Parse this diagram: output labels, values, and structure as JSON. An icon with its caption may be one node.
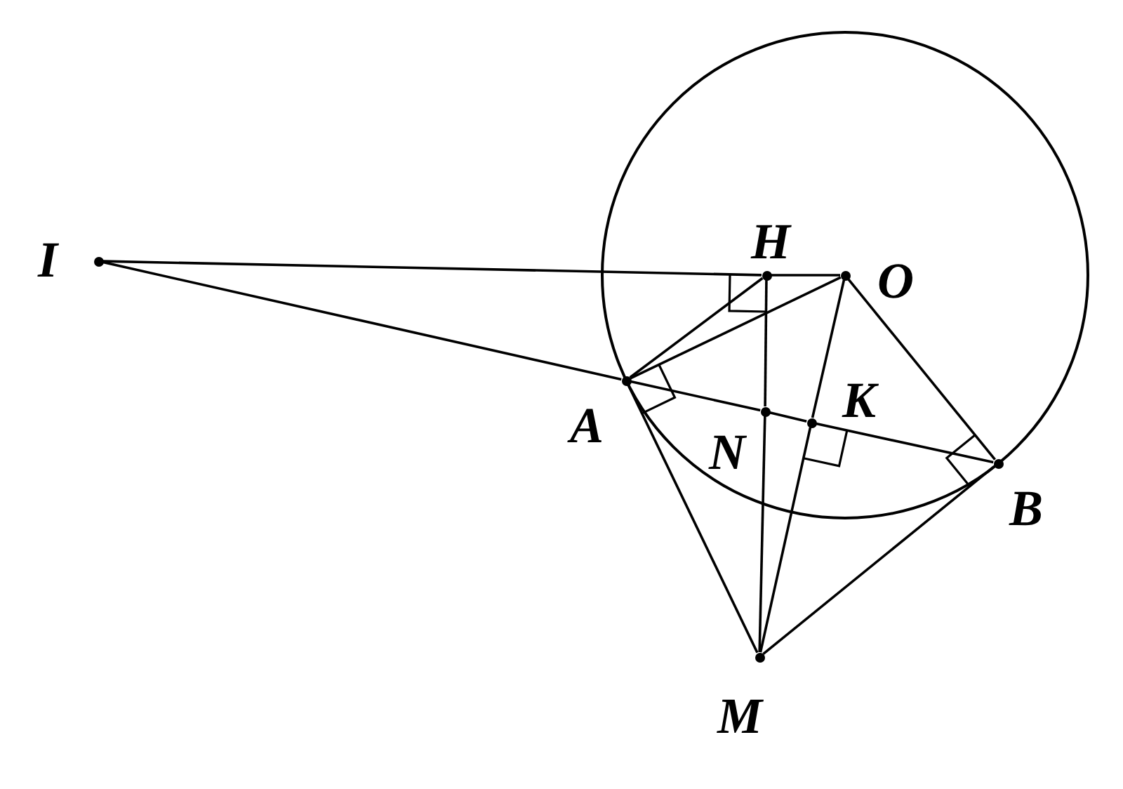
{
  "diagram": {
    "nodes": [
      {
        "text": [],
        "shape": "circle",
        "beside": [
          "I"
        ]
      },
      {
        "text": [],
        "shape": "circle",
        "beside": [
          "H"
        ]
      },
      {
        "text": [],
        "shape": "circle",
        "beside": [
          "O"
        ]
      },
      {
        "text": [],
        "shape": "circle",
        "beside": [
          "A"
        ]
      },
      {
        "text": [],
        "shape": "circle",
        "beside": [
          "K"
        ]
      },
      {
        "text": [],
        "shape": "circle",
        "beside": [
          "N"
        ]
      },
      {
        "text": [],
        "shape": "circle",
        "beside": [
          "B"
        ]
      },
      {
        "text": [],
        "shape": "circle",
        "beside": [
          "M"
        ]
      }
    ],
    "edges": [
      {
        "from": 0,
        "to": 1,
        "arrow": "none"
      },
      {
        "from": 1,
        "to": 2,
        "arrow": "none"
      },
      {
        "from": 0,
        "to": 3,
        "arrow": "none"
      },
      {
        "from": 3,
        "to": 5,
        "arrow": "none"
      },
      {
        "from": 5,
        "to": 4,
        "arrow": "none"
      },
      {
        "from": 4,
        "to": 6,
        "arrow": "none"
      },
      {
        "from": 3,
        "to": 1,
        "arrow": "none"
      },
      {
        "from": 3,
        "to": 2,
        "arrow": "none"
      },
      {
        "from": 2,
        "to": 4,
        "arrow": "none"
      },
      {
        "from": 4,
        "to": 7,
        "arrow": "none"
      },
      {
        "from": 2,
        "to": 6,
        "arrow": "none"
      },
      {
        "from": 1,
        "to": 5,
        "arrow": "none"
      },
      {
        "from": 5,
        "to": 7,
        "arrow": "none"
      },
      {
        "from": 3,
        "to": 7,
        "arrow": "none"
      },
      {
        "from": 6,
        "to": 7,
        "arrow": "none"
      }
    ]
  }
}
